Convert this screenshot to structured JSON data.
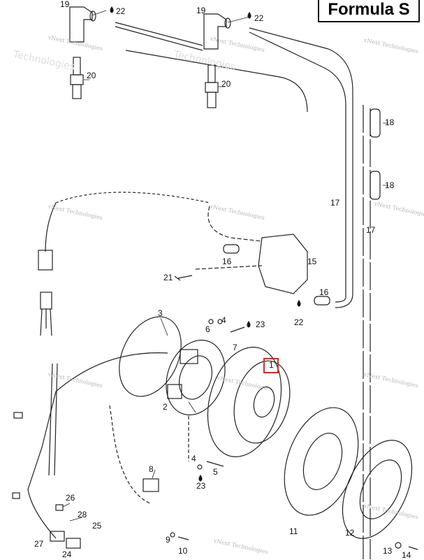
{
  "title": "Formula S",
  "watermark": {
    "line1": "vNext Technologies",
    "line2": "Technologies"
  },
  "highlighted_part": "1",
  "callouts": {
    "c19a": "19",
    "c22a": "22",
    "c19b": "19",
    "c22b": "22",
    "c20a": "20",
    "c20b": "20",
    "c18a": "18",
    "c18b": "18",
    "c17a": "17",
    "c17b": "17",
    "c16a": "16",
    "c16b": "16",
    "c15": "15",
    "c21": "21",
    "c22c": "22",
    "c3": "3",
    "c4a": "4",
    "c6": "6",
    "c23a": "23",
    "c7": "7",
    "c1": "1",
    "c2": "2",
    "c4b": "4",
    "c5": "5",
    "c23b": "23",
    "c8": "8",
    "c11": "11",
    "c9": "9",
    "c10": "10",
    "c26": "26",
    "c28": "28",
    "c25": "25",
    "c27": "27",
    "c24": "24",
    "c12": "12",
    "c13": "13",
    "c14": "14"
  }
}
